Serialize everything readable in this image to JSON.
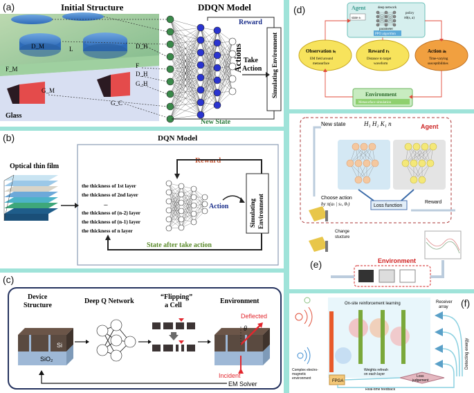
{
  "panel_a": {
    "label": "(a)",
    "title_left": "Initial Structure",
    "title_right": "DDQN Model",
    "dims": {
      "dm": "D_M",
      "l": "L",
      "dh1": "D_H",
      "fm": "F_M",
      "f": "F",
      "dh2": "D_H",
      "gh": "G_H",
      "gm": "G_M",
      "gc": "G_C"
    },
    "glass": "Glass",
    "reward": "Reward",
    "actions": "Actions",
    "take_action": "Take\nAction",
    "simulating_env": "Simulating\nEnvironment",
    "new_state": "New State"
  },
  "panel_b": {
    "label": "(b)",
    "title": "DQN Model",
    "film": "Optical thin film",
    "reward": "Reward",
    "layers": [
      "the thickness of 1st layer",
      "the thickness of 2nd layer",
      "...",
      "the thickness of (n-2) layer",
      "the thickness of (n-1) layer",
      "the thickness of n  layer"
    ],
    "action": "Action",
    "simulating_env": "Simulating\nEnvironment",
    "state_after": "State after take action"
  },
  "panel_c": {
    "label": "(c)",
    "device_structure": "Device\nStructure",
    "dqn": "Deep Q Network",
    "flipping": "“Flipping”\na Cell",
    "environment": "Environment",
    "si": "Si",
    "sio2": "SiO₂",
    "deflected": "Deflected",
    "theta": "θ",
    "incident": "Incident",
    "em_solver": "EM Solver"
  },
  "panel_d": {
    "label": "(d)",
    "agent": "Agent",
    "deep_network": "deep network",
    "state": "state sₜ",
    "policy": "policy\nπθ(s, a)",
    "parameter": "parameter",
    "ppo": "PPO algorithm",
    "obs_title": "Observation sₜ",
    "obs_sub": "EM field around\nmetasurface",
    "reward_title": "Reward rₜ",
    "reward_sub": "Distance to target\nwaveform",
    "action_title": "Action aₜ",
    "action_sub": "Time-varying\nsusceptibilities",
    "env_title": "Environment",
    "env_sub": "Metasurface simulation"
  },
  "panel_e": {
    "label": "(e)",
    "new_state": "New state",
    "agent": "Agent",
    "params": "H₁  H₂  K₁  n",
    "choose_action": "Choose action\nby π(aₜ | sₜ, θₜ)",
    "loss_function": "Loss function",
    "reward": "Reward",
    "change_structure": "Change\nstucture",
    "environment": "Environment"
  },
  "panel_f": {
    "label": "(f)",
    "onsite": "On-site reinforcement learning",
    "receiver": "Receiver\narray",
    "complex_env": "Complex electro-\nmagnetic\nenvironment",
    "weights": "Weights refresh\non each layer",
    "detecting": "Detecting energy",
    "fpga": "FPGA",
    "loss": "Loss\njudgement",
    "feedback": "Real-time feedback"
  }
}
